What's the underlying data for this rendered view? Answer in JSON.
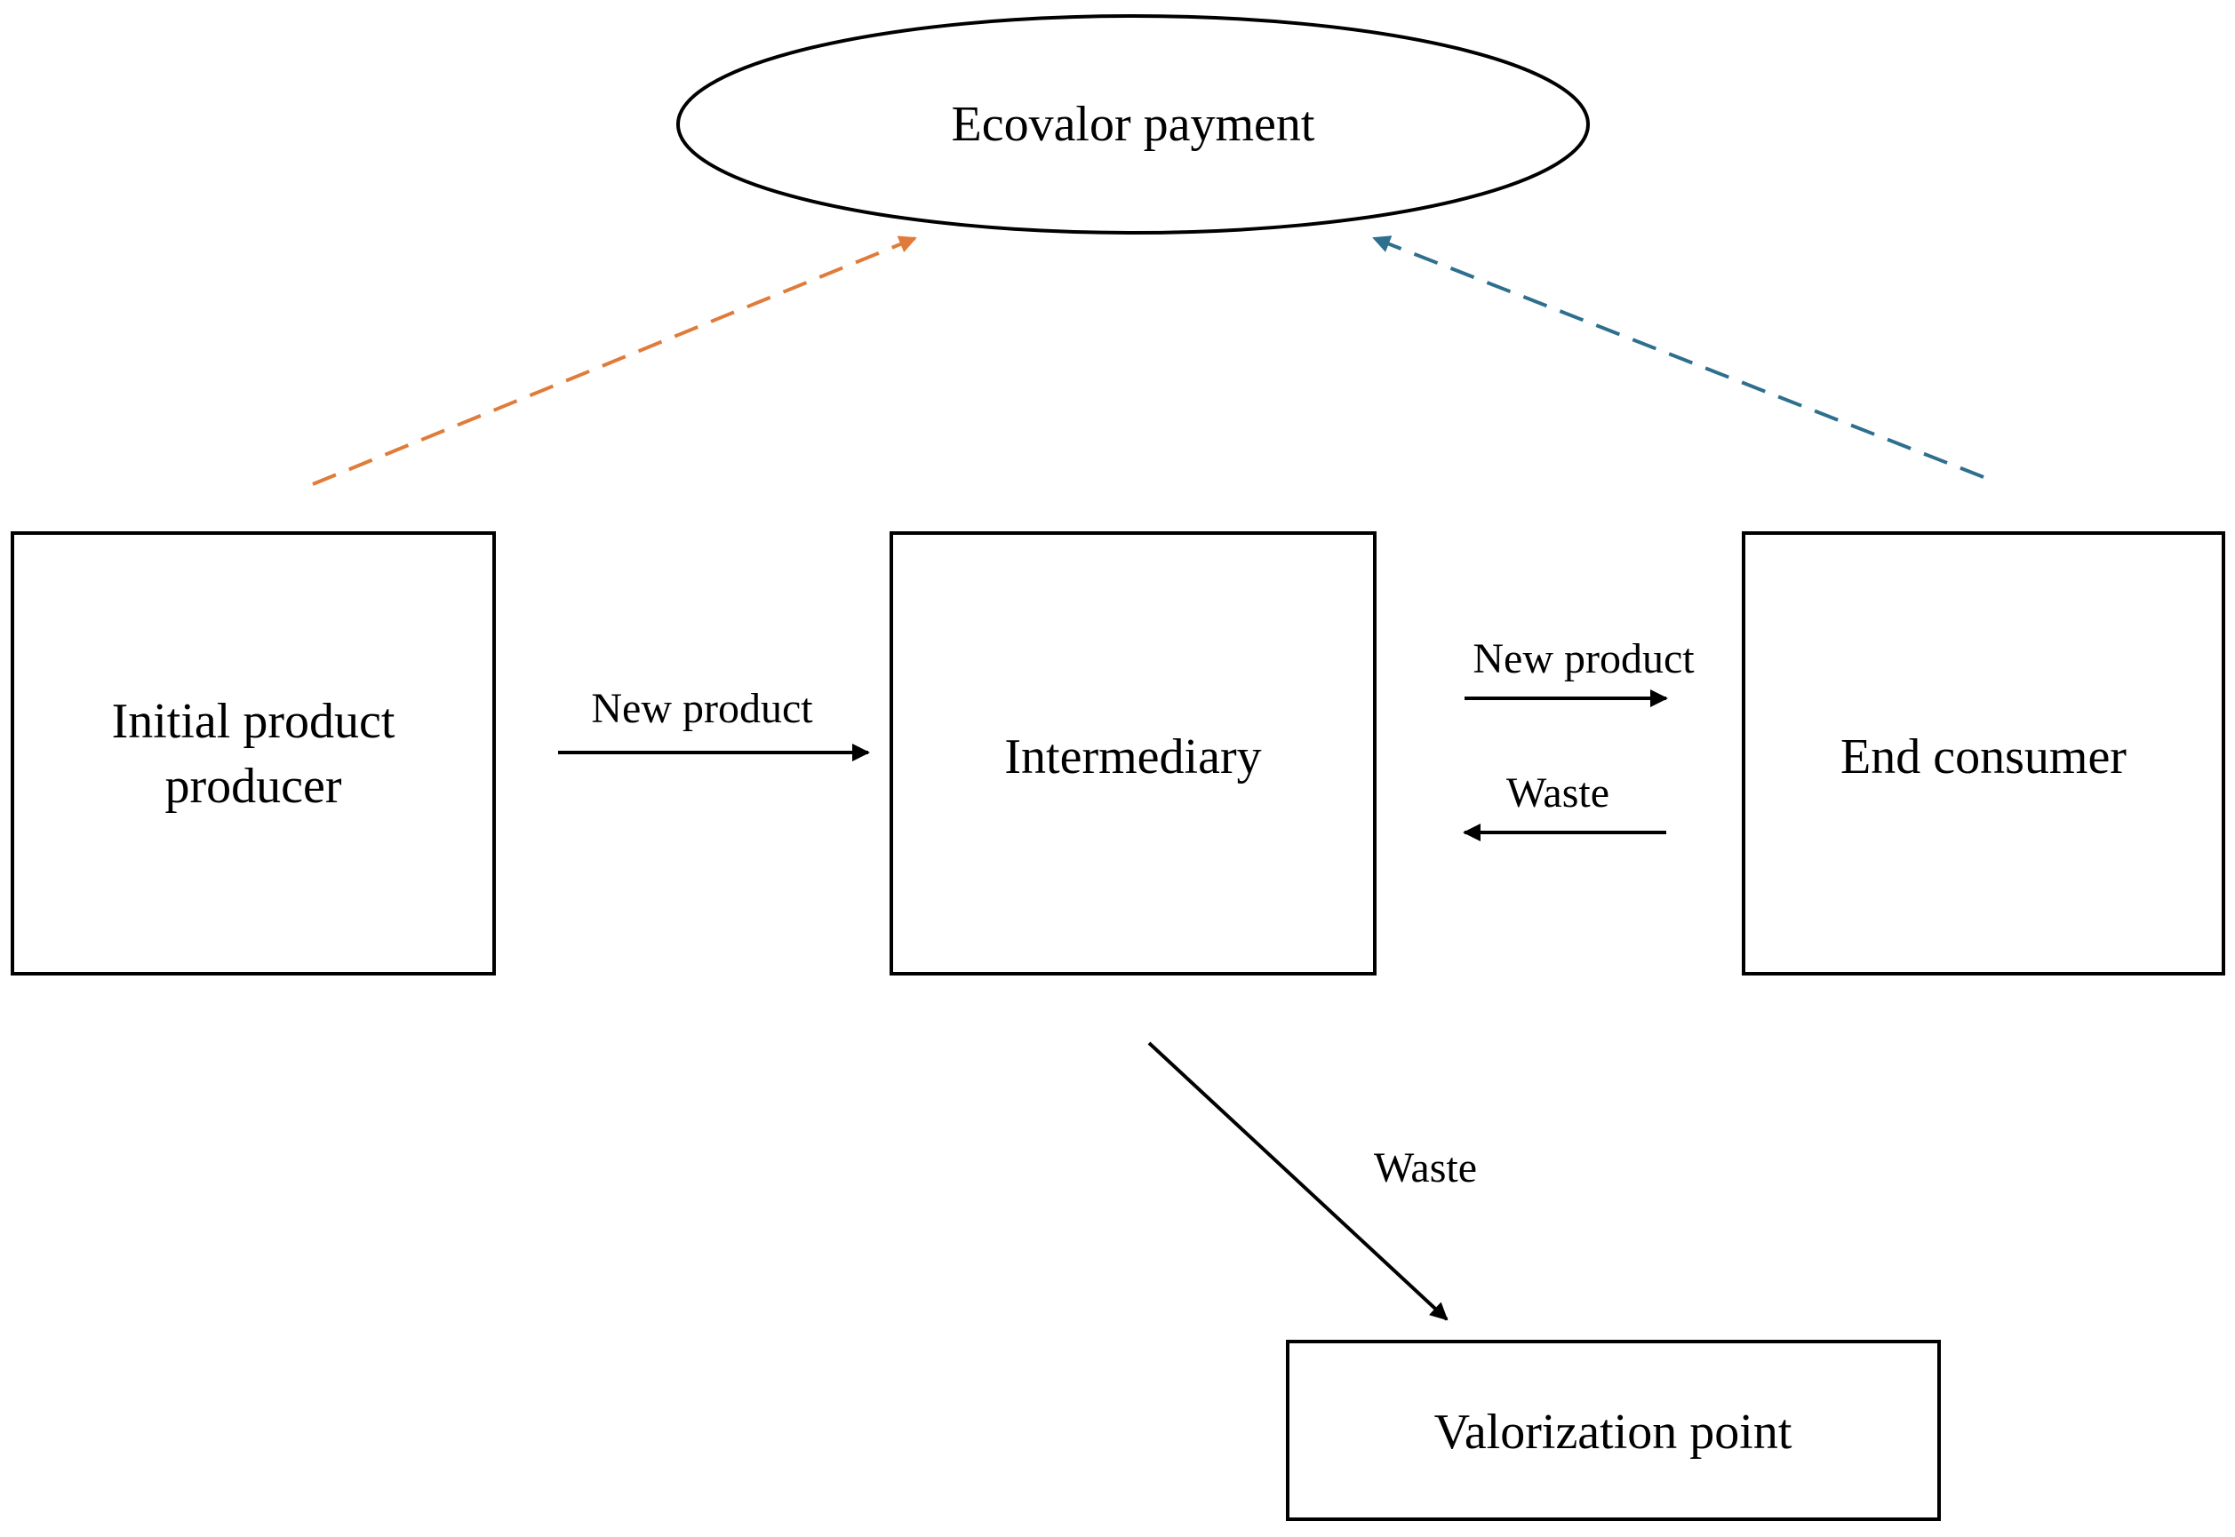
{
  "nodes": {
    "ecovalor_payment": "Ecovalor payment",
    "initial_producer_line1": "Initial product",
    "initial_producer_line2": "producer",
    "intermediary": "Intermediary",
    "end_consumer": "End consumer",
    "valorization_point": "Valorization point"
  },
  "edges": {
    "producer_to_intermediary": "New product",
    "intermediary_to_consumer": "New product",
    "consumer_to_intermediary": "Waste",
    "intermediary_to_valorization": "Waste"
  },
  "colors": {
    "producer_payment_arrow": "#E07B39",
    "consumer_payment_arrow": "#2E6F8E",
    "line": "#000000"
  }
}
